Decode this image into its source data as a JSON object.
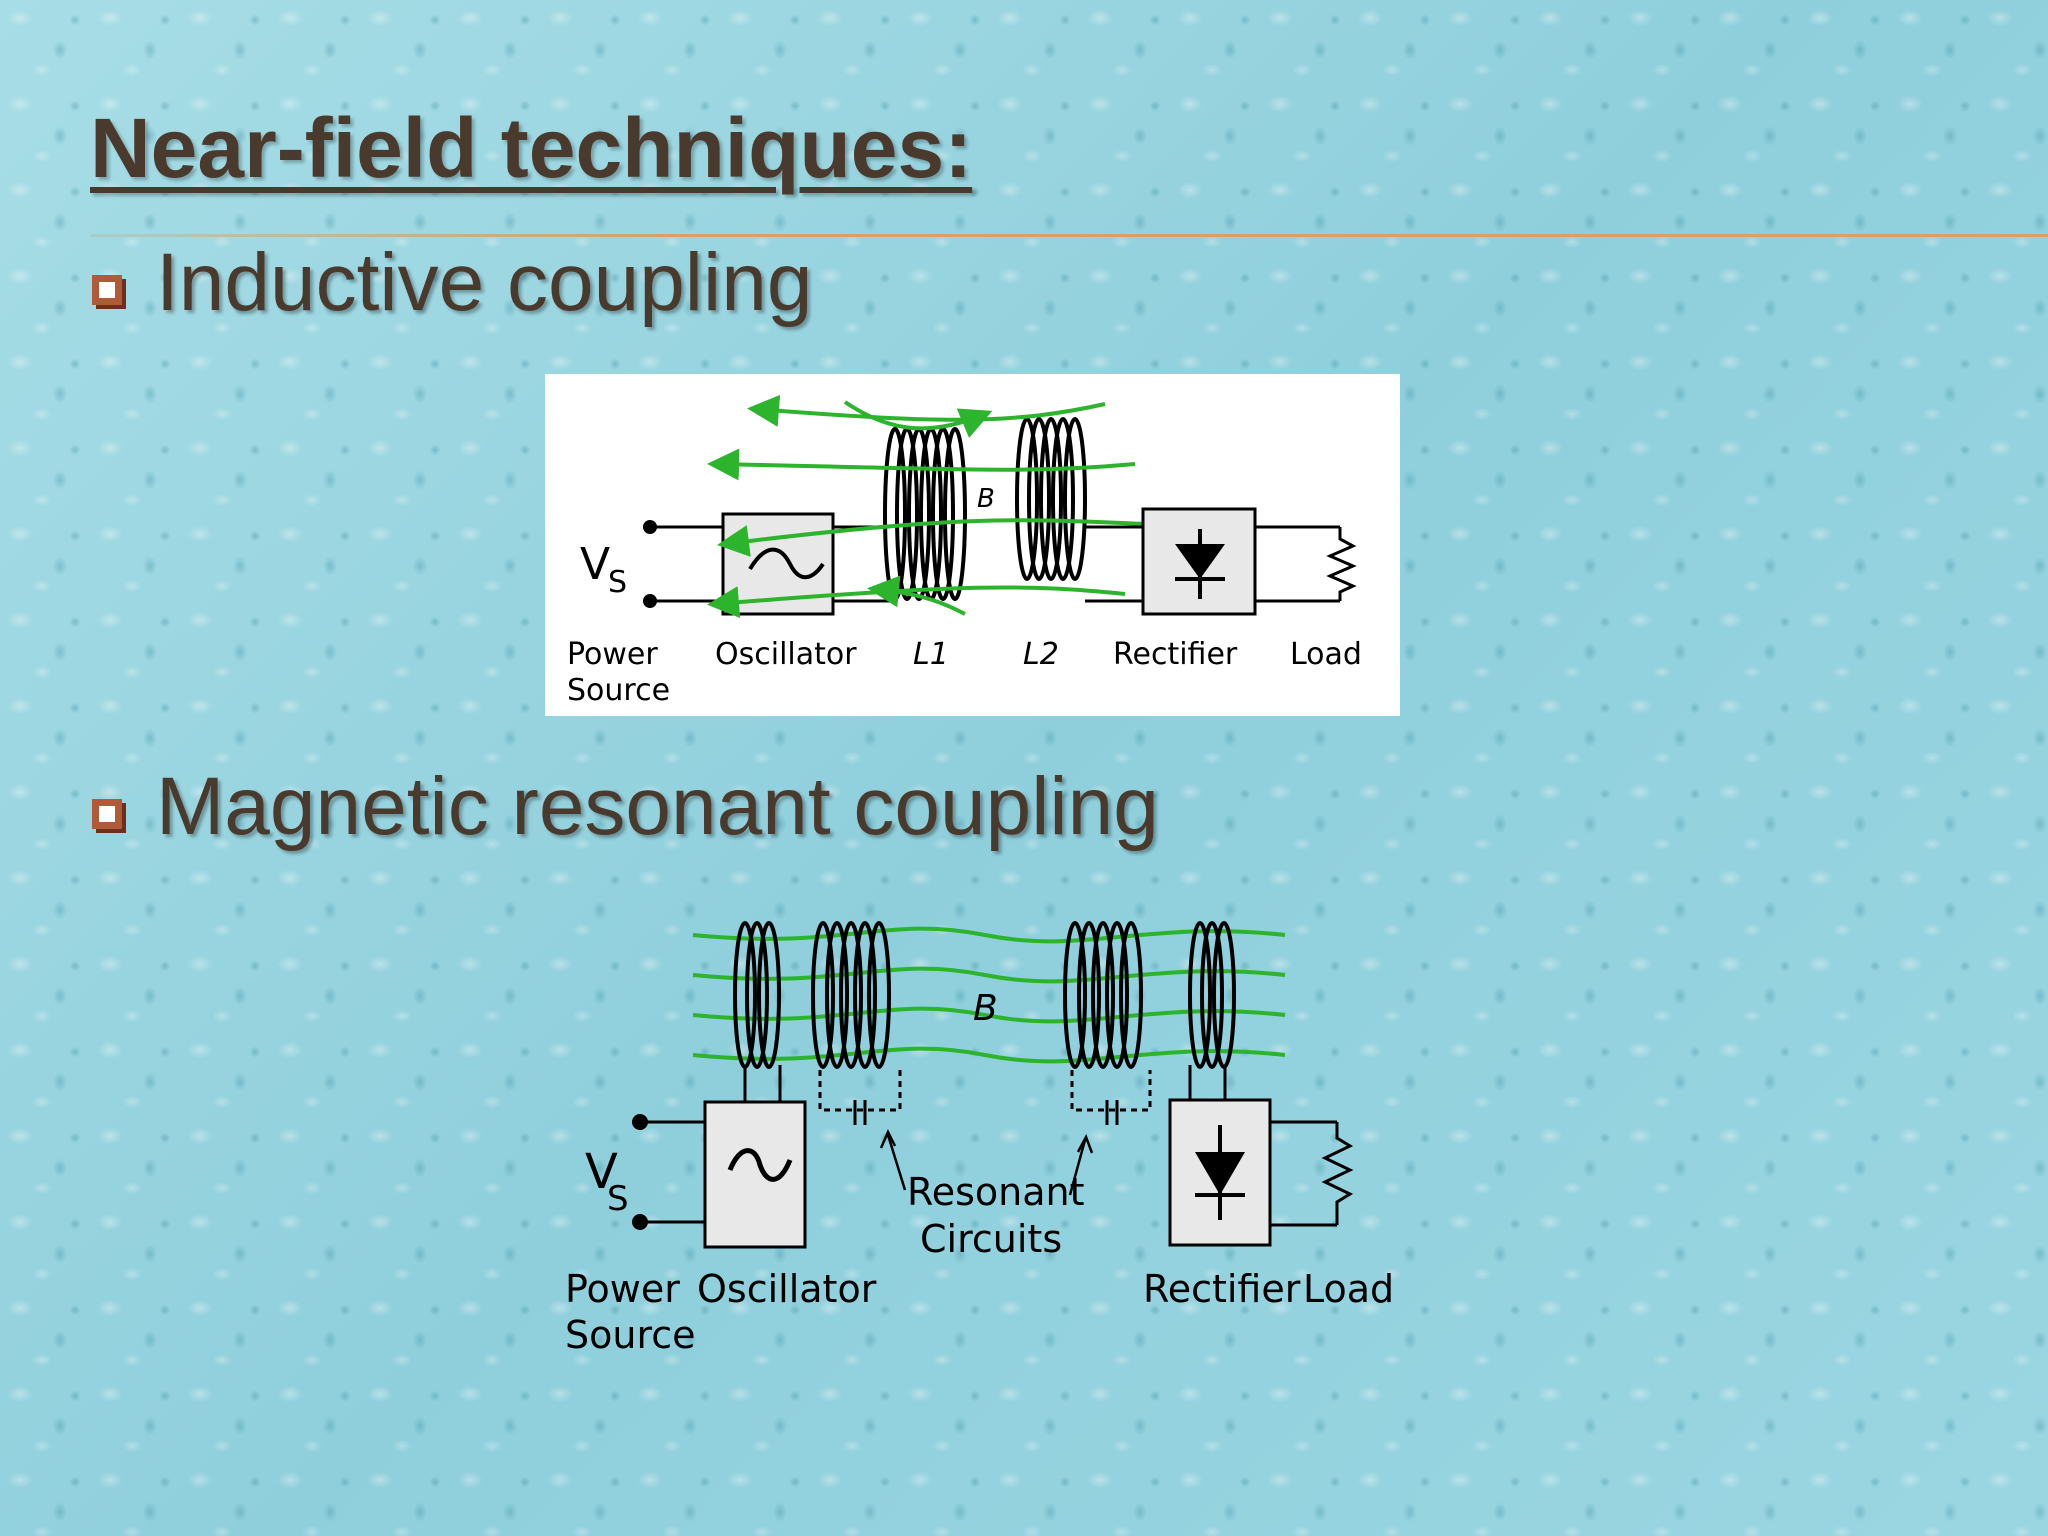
{
  "slide": {
    "title": "Near-field techniques:",
    "bullets": [
      {
        "text": "Inductive coupling"
      },
      {
        "text": "Magnetic resonant coupling"
      }
    ]
  },
  "diagram_inductive": {
    "vs_label": "V",
    "vs_sub": "S",
    "field_label": "B",
    "labels": {
      "power": "Power",
      "source": "Source",
      "oscillator": "Oscillator",
      "l1": "L1",
      "l2": "L2",
      "rectifier": "Rectifier",
      "load": "Load"
    }
  },
  "diagram_resonant": {
    "vs_label": "V",
    "vs_sub": "S",
    "field_label": "B",
    "labels": {
      "power": "Power",
      "source": "Source",
      "oscillator": "Oscillator",
      "resonant1": "Resonant",
      "resonant2": "Circuits",
      "rectifier": "Rectifier",
      "load": "Load"
    }
  },
  "colors": {
    "field": "#2db42d",
    "text": "#4a3a2e",
    "bullet": "#b05a38"
  }
}
